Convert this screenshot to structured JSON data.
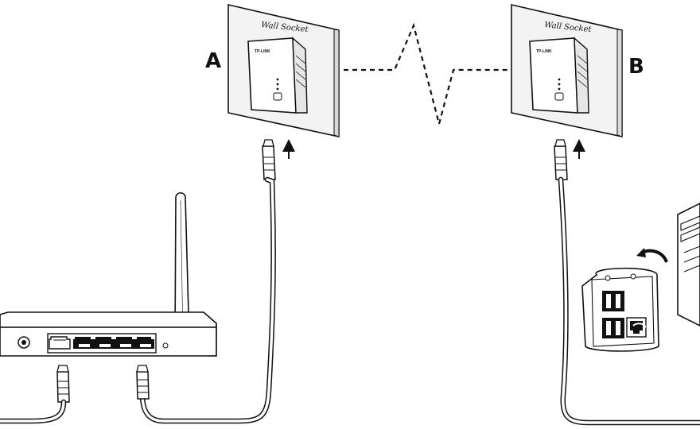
{
  "labels": {
    "adapter_a": "A",
    "adapter_b": "B"
  },
  "wall_socket_text": "Wall Socket",
  "adapter_brand": "TP-LINK",
  "colors": {
    "line": "#111111",
    "wall_face": "#f2f2f2",
    "wall_edge": "#cfcfcf",
    "fill": "#ffffff"
  }
}
